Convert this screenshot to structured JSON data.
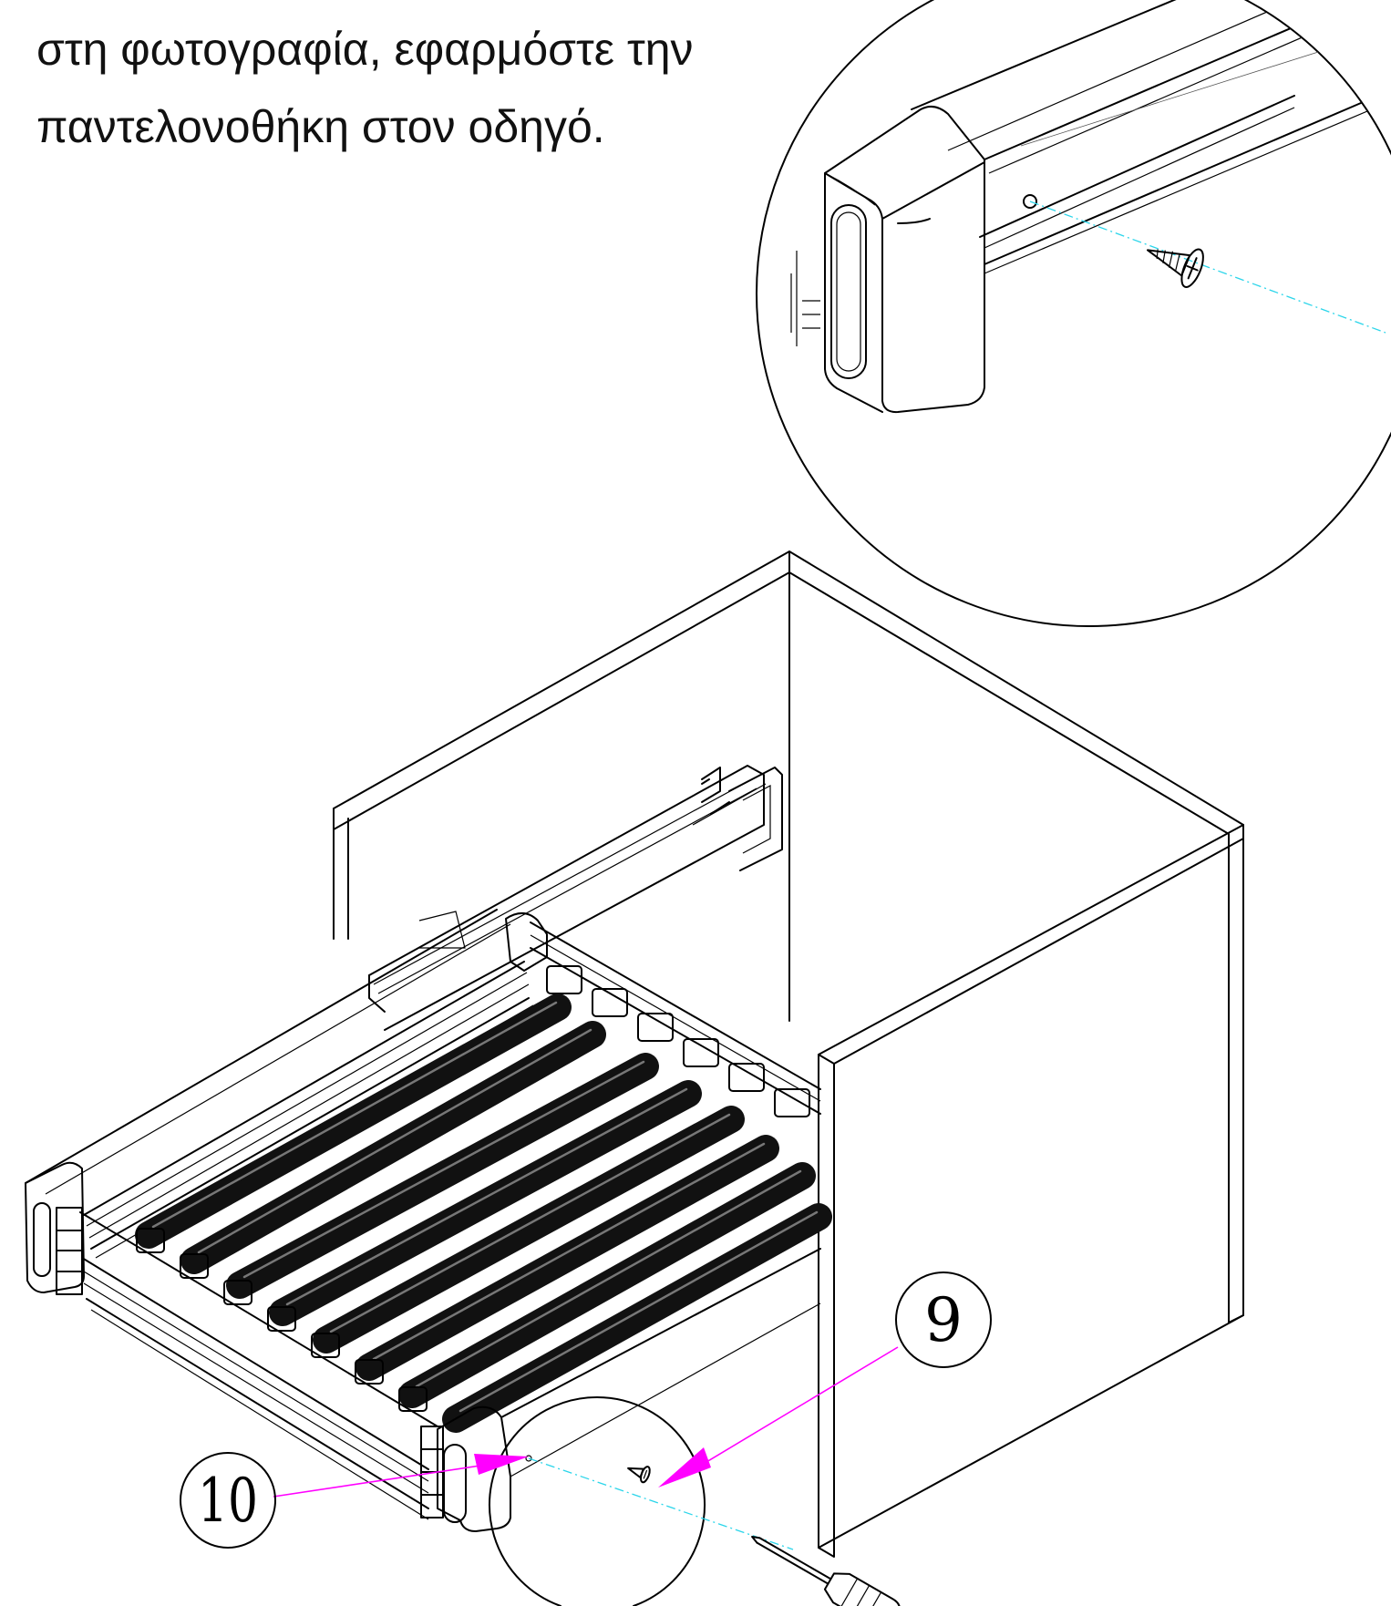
{
  "instruction": {
    "line1": "στη φωτογραφία, εφαρμόστε την",
    "line2": "παντελονοθήκη στον οδηγό."
  },
  "callouts": {
    "screw": "9",
    "rack": "10"
  },
  "colors": {
    "leader": "#ff00ff",
    "centerline": "#2bd5ea",
    "ink": "#000000",
    "rod": "#111111"
  },
  "icons": {
    "screw": "screw-icon",
    "screwdriver": "screwdriver-icon"
  }
}
